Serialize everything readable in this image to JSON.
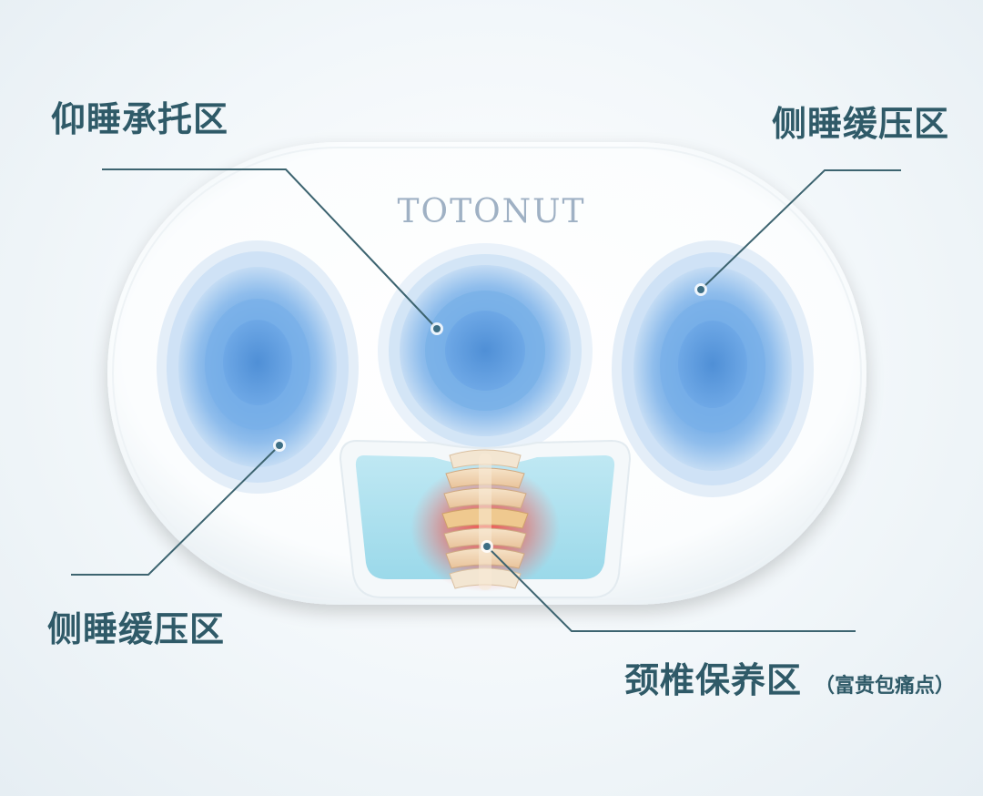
{
  "brand": "TOTONUT",
  "zones": {
    "supine_support": "仰睡承托区",
    "side_relief_right": "侧睡缓压区",
    "side_relief_left": "侧睡缓压区",
    "cervical_care": "颈椎保养区",
    "cervical_care_note": "（富贵包痛点）"
  },
  "colors": {
    "label_text": "#2f5a68",
    "leader_line": "#3d6470",
    "cup_blue": "#5f9ee0",
    "cup_light": "#cfe3f7",
    "pillow_white": "#ffffff",
    "neck_pad": "#a9e0ee",
    "pain_glow": "#e8413a",
    "brand_text": "#9fb1c4"
  }
}
